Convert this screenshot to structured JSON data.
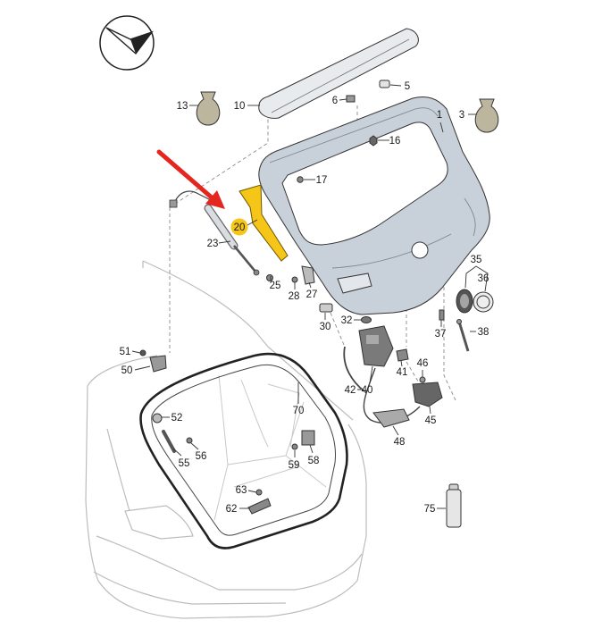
{
  "callouts": {
    "part_1": "1",
    "part_3": "3",
    "part_5": "5",
    "part_6": "6",
    "part_10": "10",
    "part_13": "13",
    "part_16": "16",
    "part_17": "17",
    "part_20": "20",
    "part_23": "23",
    "part_25": "25",
    "part_27": "27",
    "part_28": "28",
    "part_30": "30",
    "part_32": "32",
    "part_35": "35",
    "part_36": "36",
    "part_37": "37",
    "part_38": "38",
    "part_40": "40",
    "part_41": "41",
    "part_42": "42",
    "part_45": "45",
    "part_46": "46",
    "part_48": "48",
    "part_50": "50",
    "part_51": "51",
    "part_52": "52",
    "part_55": "55",
    "part_56": "56",
    "part_58": "58",
    "part_59": "59",
    "part_62": "62",
    "part_63": "63",
    "part_70": "70",
    "part_75": "75"
  },
  "colors": {
    "highlight": "#f5c518",
    "arrow": "#e5261f",
    "panel": "#c8d0da",
    "seal": "#222222"
  },
  "icons": {
    "orientation": "orientation-compass-icon",
    "pointer": "red-arrow-icon"
  }
}
